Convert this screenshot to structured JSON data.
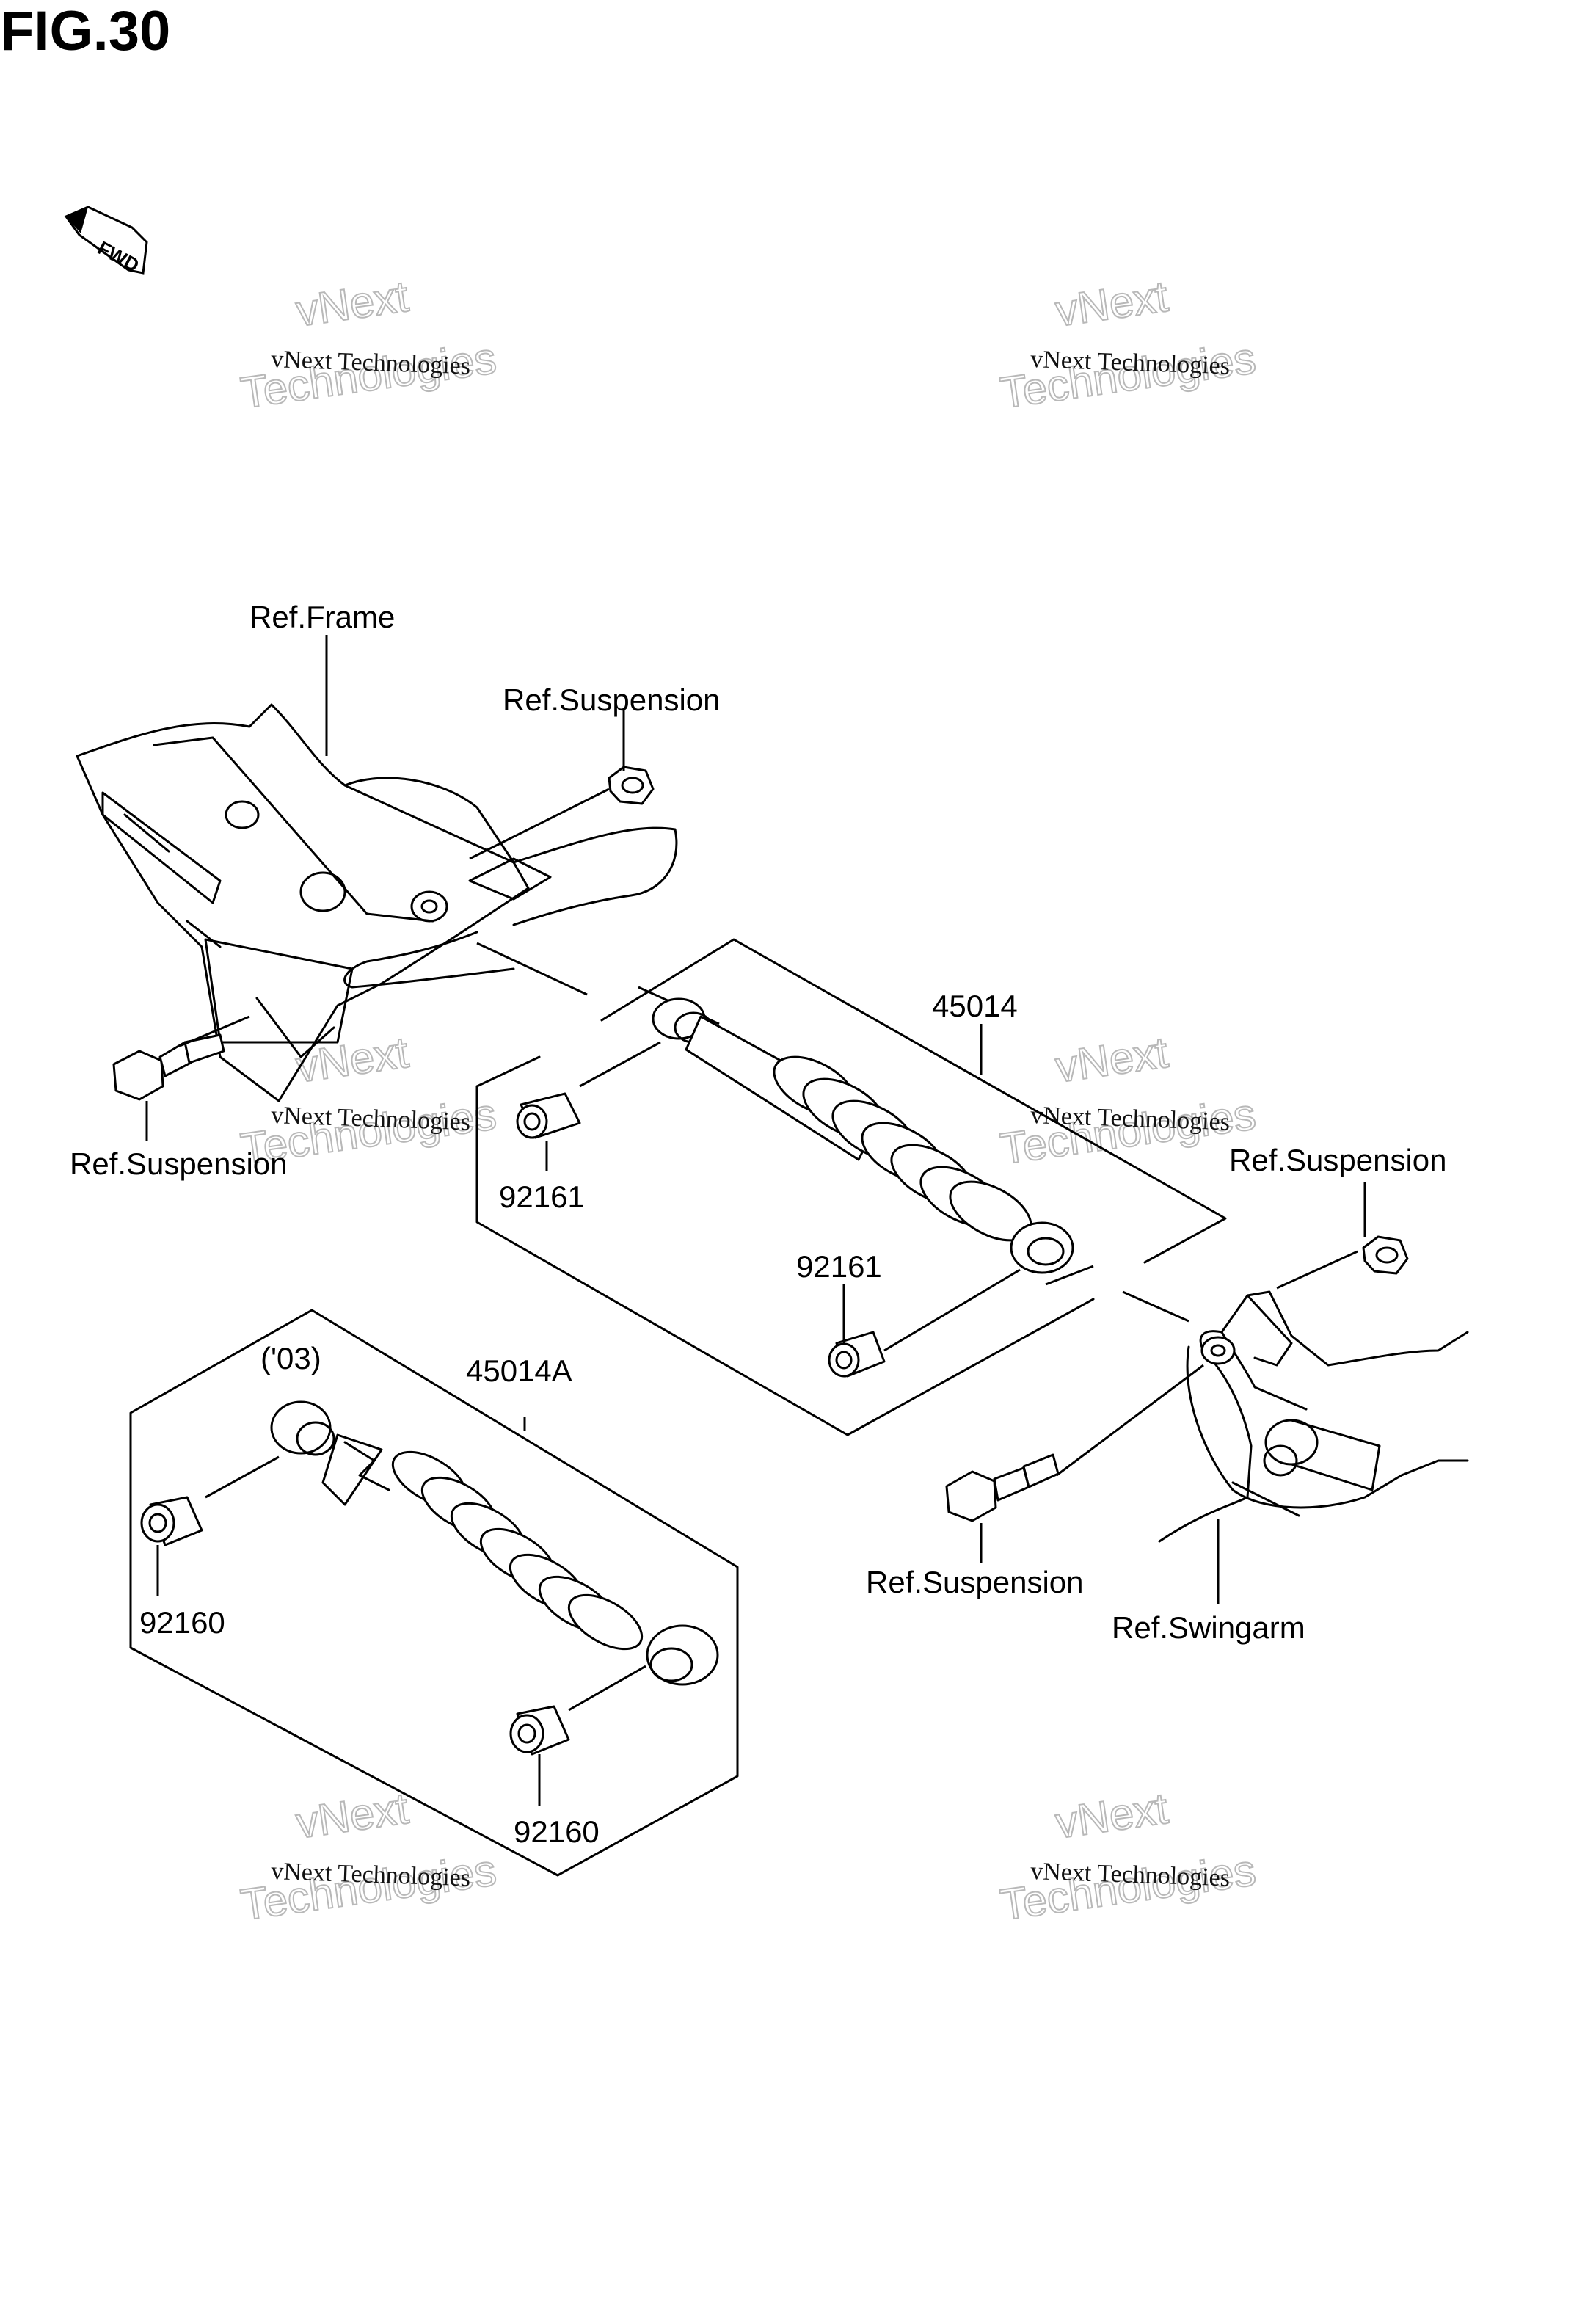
{
  "figure": {
    "title": "FIG.30",
    "fwd_label": "FWD"
  },
  "watermark": {
    "line1": "vNext Technologies",
    "line2_top": "vNext",
    "line2_bottom": "Technologies"
  },
  "callouts": {
    "ref_frame": "Ref.Frame",
    "ref_suspension_top": "Ref.Suspension",
    "ref_suspension_left": "Ref.Suspension",
    "ref_suspension_right": "Ref.Suspension",
    "ref_suspension_bottom": "Ref.Suspension",
    "ref_swingarm": "Ref.Swingarm",
    "part_45014": "45014",
    "part_45014A": "45014A",
    "variant_03": "('03)",
    "part_92161_left": "92161",
    "part_92161_right": "92161",
    "part_92160_left": "92160",
    "part_92160_right": "92160"
  }
}
